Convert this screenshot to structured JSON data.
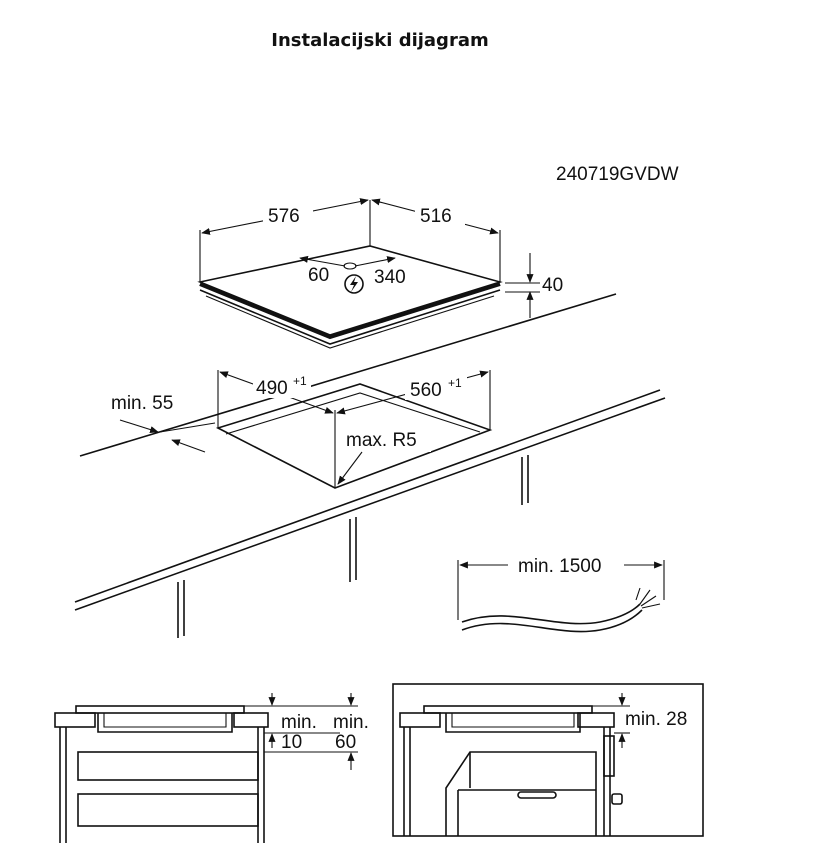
{
  "title": "Instalacijski dijagram",
  "code": "240719GVDW",
  "dimensions": {
    "hob_width": "576",
    "hob_depth": "516",
    "conn_left": "60",
    "conn_right": "340",
    "hob_height": "40",
    "cutout_depth": "490",
    "cutout_depth_tol": "+1",
    "cutout_width": "560",
    "cutout_width_tol": "+1",
    "edge_min": "min. 55",
    "corner_radius": "max. R5",
    "cable_min": "min. 1500",
    "gap_min_label": "min.",
    "gap_min_a": "10",
    "gap_min_b": "60",
    "gap_min_c": "min. 28"
  }
}
